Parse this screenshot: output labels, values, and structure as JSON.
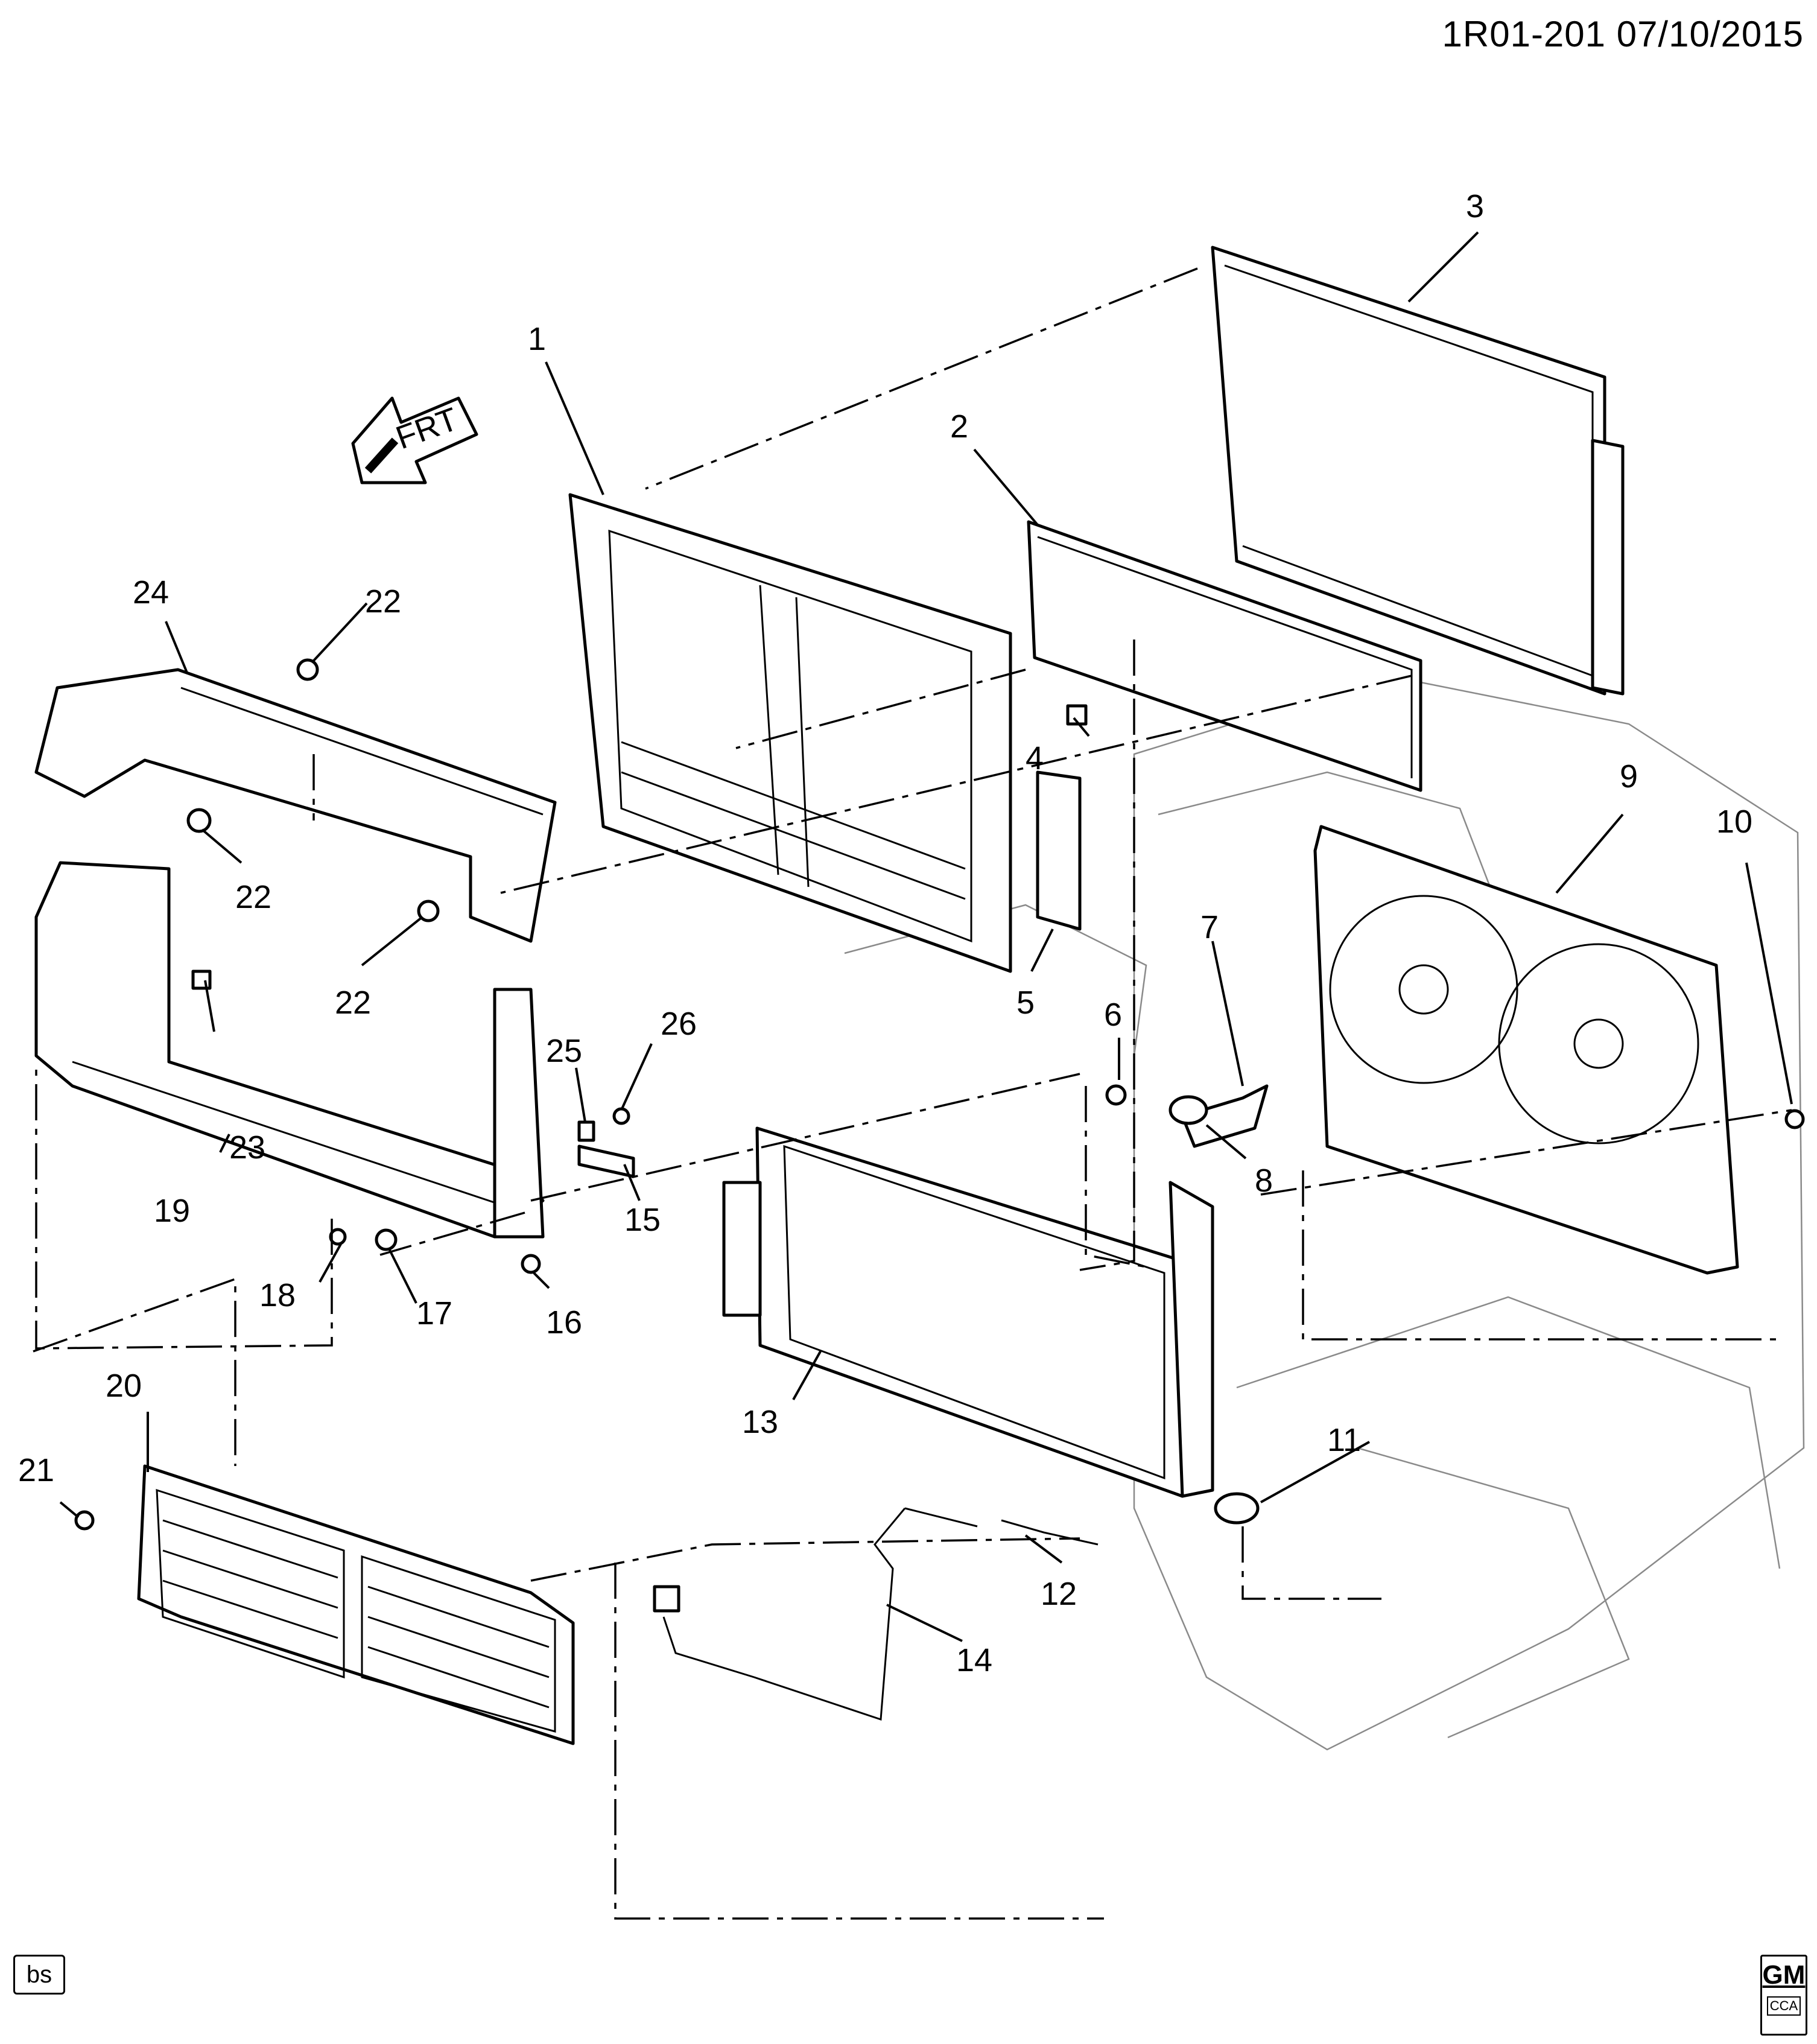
{
  "header": {
    "ref_id": "1R01-201 07/10/2015"
  },
  "orientation": {
    "label": "FRT",
    "icon": "front-arrow-icon"
  },
  "callouts": [
    "1",
    "2",
    "3",
    "4",
    "5",
    "6",
    "7",
    "8",
    "9",
    "10",
    "11",
    "12",
    "13",
    "14",
    "15",
    "16",
    "17",
    "18",
    "19",
    "20",
    "21",
    "22",
    "22",
    "22",
    "23",
    "24",
    "25",
    "26"
  ],
  "footer": {
    "left_badge": "bs",
    "right_badge_top": "GM",
    "right_badge_bottom": "CCA"
  }
}
